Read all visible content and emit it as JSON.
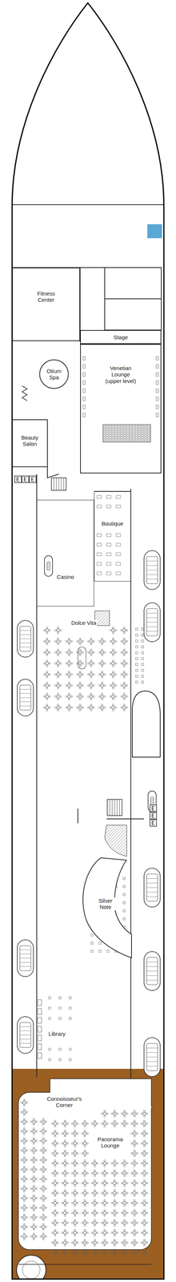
{
  "diagram": {
    "nodes": [
      {
        "text": [
          "Fitness Center"
        ]
      },
      {
        "text": [
          "Otium Spa"
        ]
      },
      {
        "text": [
          "Stage"
        ]
      },
      {
        "text": [
          "Venetian Lounge (upper level)"
        ]
      },
      {
        "text": [
          "Beauty Salon"
        ]
      },
      {
        "text": [
          "Boutique"
        ]
      },
      {
        "text": [
          "Casino"
        ]
      },
      {
        "text": [
          "Dolce Vita"
        ]
      },
      {
        "text": [
          "Silver Note"
        ]
      },
      {
        "text": [
          "Library"
        ]
      },
      {
        "text": [
          "Connoisseur's Corner"
        ]
      },
      {
        "text": [
          "Panorama Lounge"
        ]
      }
    ]
  }
}
